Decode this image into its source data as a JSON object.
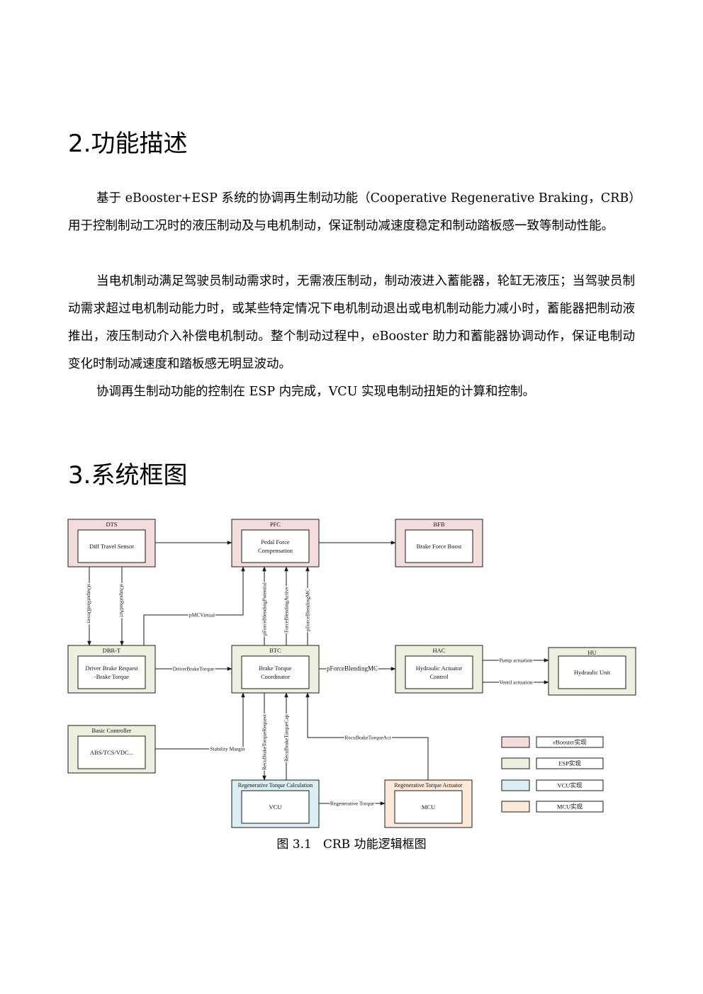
{
  "section2": {
    "heading": "2.功能描述",
    "paragraphs": [
      "基于 eBooster+ESP 系统的协调再生制动功能（Cooperative Regenerative Braking，CRB）用于控制制动工况时的液压制动及与电机制动，保证制动减速度稳定和制动踏板感一致等制动性能。",
      "当电机制动满足驾驶员制动需求时，无需液压制动，制动液进入蓄能器，轮缸无液压；当驾驶员制动需求超过电机制动能力时，或某些特定情况下电机制动退出或电机制动能力减小时，蓄能器把制动液推出，液压制动介入补偿电机制动。整个制动过程中，eBooster 助力和蓄能器协调动作，保证电制动变化时制动减速度和踏板感无明显波动。",
      "协调再生制动功能的控制在 ESP 内完成，VCU 实现电制动扭矩的计算和控制。"
    ]
  },
  "section3": {
    "heading": "3.系统框图"
  },
  "diagram": {
    "colors": {
      "ebooster": "#f2dcdc",
      "esp": "#ebf1de",
      "vcu": "#dbeef4",
      "mcu": "#fde9d9",
      "line": "#1a1a1a"
    },
    "modules": {
      "dts": {
        "title": "DTS",
        "inner": "Diff Travel Sensor",
        "kind": "ebooster"
      },
      "pfc": {
        "title": "PFC",
        "inner": [
          "Pedal Force",
          "Compensation"
        ],
        "kind": "ebooster"
      },
      "bfb": {
        "title": "BFB",
        "inner": "Brake Force Boost",
        "kind": "ebooster"
      },
      "dbrt": {
        "title": "DBR-T",
        "inner": [
          "Driver Brake Request",
          "-Brake Torque"
        ],
        "kind": "esp"
      },
      "btc": {
        "title": "BTC",
        "inner": [
          "Brake Torque",
          "Coordinator"
        ],
        "kind": "esp"
      },
      "hac": {
        "title": "HAC",
        "inner": [
          "Hydraulic Actuator",
          "Control"
        ],
        "kind": "esp"
      },
      "hu": {
        "title": "HU",
        "inner": "Hydraulic Unit",
        "kind": "esp"
      },
      "basic": {
        "title": "Basic Controller",
        "inner": "ABS/TCS/VDC...",
        "kind": "esp"
      },
      "rtc": {
        "title": "Regenerative Torque Calculation",
        "inner": "VCU",
        "kind": "vcu"
      },
      "rta": {
        "title": "Regenerative Torque Actuator",
        "inner": "MCU",
        "kind": "mcu"
      }
    },
    "signals": {
      "output_rod_driver": "sOutputRodDriver",
      "output_rod_act": "sOutputRodAct",
      "pmc_virtual": "pMCVirtual",
      "pforce_potential": "pForceBlendingPotential",
      "force_active": "ForceBlendingActive",
      "pforce_mc_up": "pForceBlendingMC",
      "driver_brake_torque": "DriverBrakeTorque",
      "pforce_mc_right": "pForceBlendingMC",
      "pump_actuation": "Pump actuation",
      "ventil_actuation": "Ventil actuation",
      "stability_margin": "Stability Margin",
      "recu_request": "RecuBrakeTorqueRequest",
      "recu_cap": "RecuBrakeTorqueCap",
      "recu_act": "RecuBrakeTorqueAct",
      "regen_torque": "Regenerative Torque"
    },
    "legend": [
      {
        "label": "eBooster实现",
        "kind": "ebooster"
      },
      {
        "label": "ESP实现",
        "kind": "esp"
      },
      {
        "label": "VCU实现",
        "kind": "vcu"
      },
      {
        "label": "MCU实现",
        "kind": "mcu"
      }
    ]
  },
  "caption": {
    "number": "图 3.1",
    "text": "CRB 功能逻辑框图"
  }
}
